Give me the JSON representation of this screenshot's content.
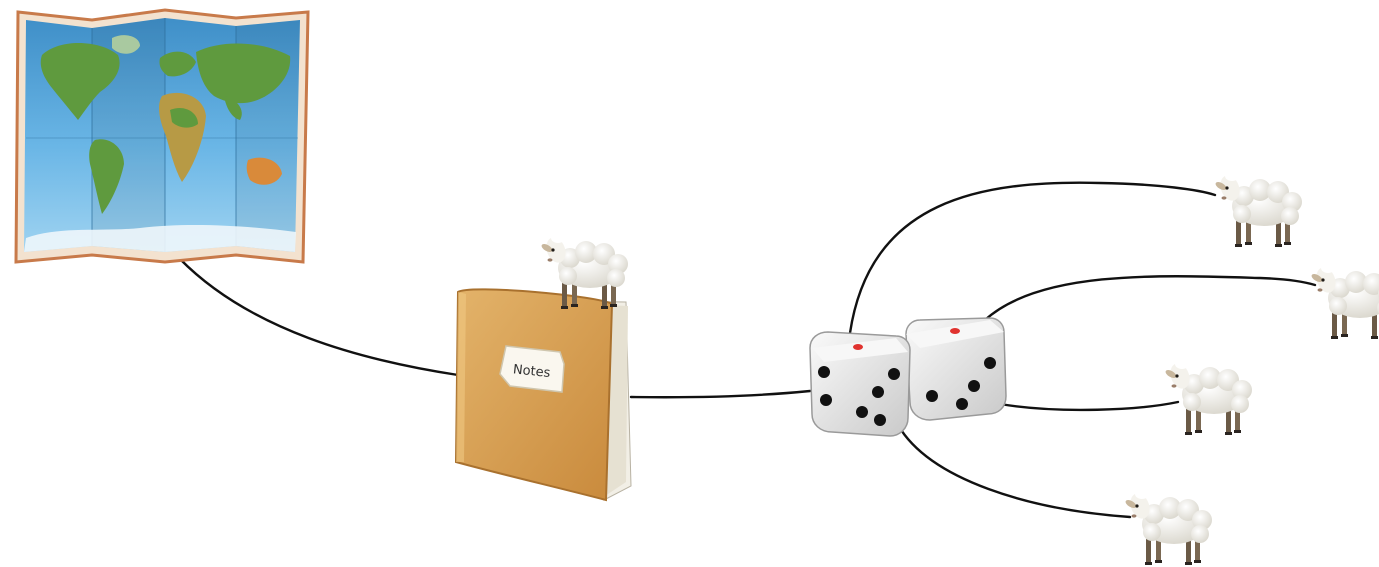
{
  "diagram": {
    "nodes": [
      {
        "id": "map",
        "icon": "folded-world-map-icon"
      },
      {
        "id": "notebook",
        "icon": "notebook-icon",
        "label": "Notes"
      },
      {
        "id": "dice",
        "icon": "pair-of-dice-icon"
      },
      {
        "id": "sheep_on_notebook",
        "icon": "sheep-icon"
      },
      {
        "id": "sheep_1",
        "icon": "sheep-icon"
      },
      {
        "id": "sheep_2",
        "icon": "sheep-icon"
      },
      {
        "id": "sheep_3",
        "icon": "sheep-icon"
      },
      {
        "id": "sheep_4",
        "icon": "sheep-icon"
      }
    ],
    "edges": [
      {
        "from": "map",
        "to": "notebook"
      },
      {
        "from": "notebook",
        "to": "dice"
      },
      {
        "from": "dice",
        "to": "sheep_1"
      },
      {
        "from": "dice",
        "to": "sheep_2"
      },
      {
        "from": "dice",
        "to": "sheep_3"
      },
      {
        "from": "dice",
        "to": "sheep_4"
      }
    ]
  },
  "colors": {
    "connector": "#111111",
    "map_frame": "#c87a4a",
    "ocean": "#4ea3d8",
    "land": "#5f9a3e",
    "book_cover": "#d9a257",
    "dice_face": "#e6e6e6",
    "dice_pip": "#111111",
    "dice_red_pip": "#e0322e",
    "wool": "#f1efe8"
  }
}
